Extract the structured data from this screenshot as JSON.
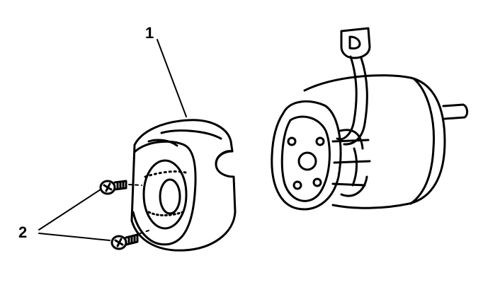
{
  "diagram": {
    "callouts": [
      {
        "id": "1",
        "label": "1",
        "part": "end-cover"
      },
      {
        "id": "2",
        "label": "2",
        "part": "screws"
      }
    ]
  }
}
